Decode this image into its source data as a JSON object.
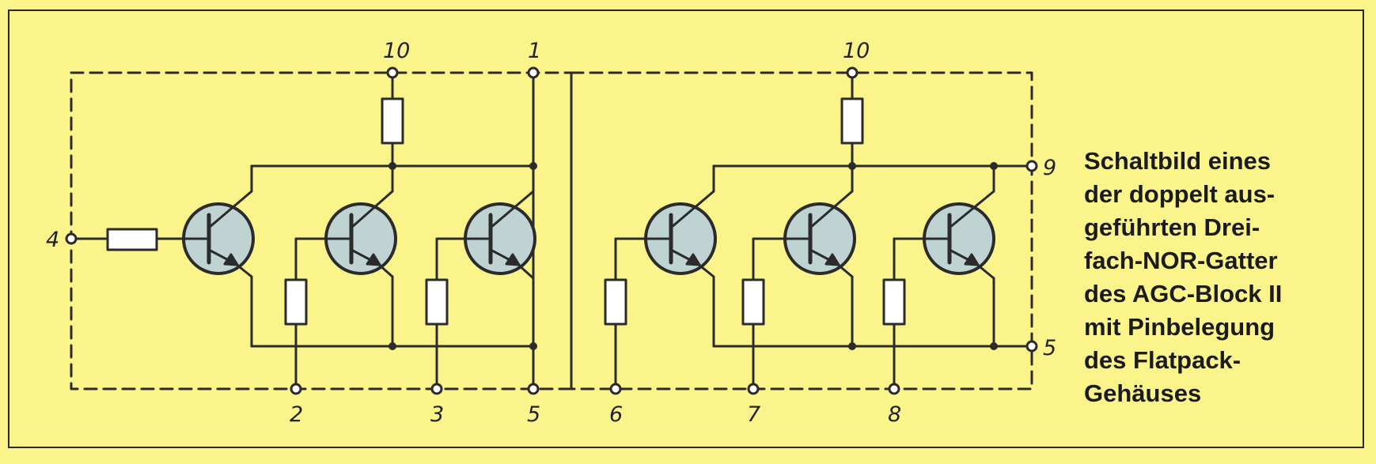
{
  "caption": {
    "lines": [
      "Schaltbild eines",
      "der doppelt aus-",
      "geführten Drei-",
      "fach-NOR-Gatter",
      "des AGC-Block II",
      "mit Pinbelegung",
      "des Flatpack-",
      "Gehäuses"
    ]
  },
  "pins": {
    "left_top_10": "10",
    "left_top_1": "1",
    "right_top_10": "10",
    "in_4": "4",
    "out_9": "9",
    "out_5": "5",
    "bottom_2": "2",
    "bottom_3": "3",
    "bottom_5": "5",
    "bottom_6": "6",
    "bottom_7": "7",
    "bottom_8": "8"
  },
  "colors": {
    "background": "#fbf48a",
    "transistor_fill": "#bfd3d3",
    "line": "#2b2b2b"
  }
}
